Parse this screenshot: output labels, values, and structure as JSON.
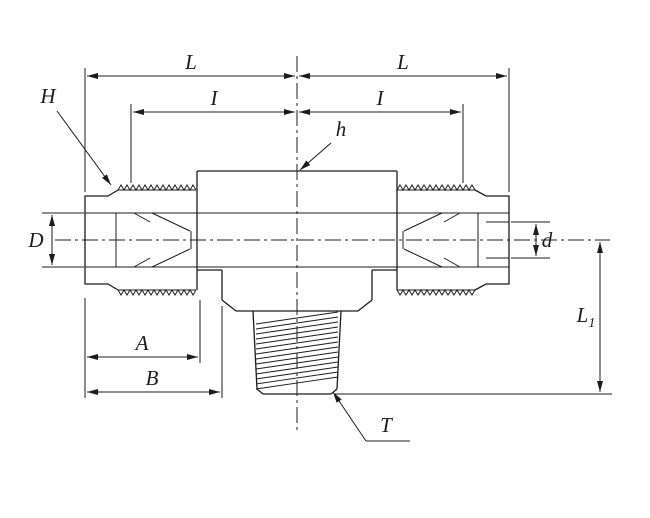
{
  "drawing": {
    "labels": {
      "L_left": "L",
      "L_right": "L",
      "I_left": "I",
      "I_right": "I",
      "H": "H",
      "h": "h",
      "D": "D",
      "d": "d",
      "A": "A",
      "B": "B",
      "T": "T",
      "L1_main": "L",
      "L1_sub": "1"
    },
    "colors": {
      "line": "#1c1c1c",
      "background": "#ffffff"
    }
  }
}
